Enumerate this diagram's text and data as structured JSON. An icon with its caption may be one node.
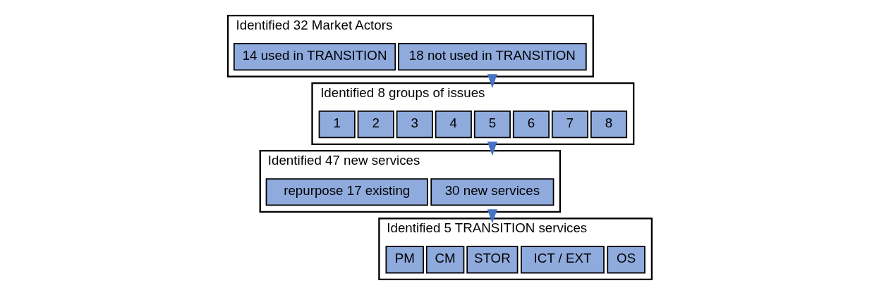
{
  "diagram": {
    "nodes": [
      {
        "text": [
          "Identified 32 Market Actors"
        ]
      },
      {
        "text": [
          "14 used in TRANSITION"
        ],
        "in": 0
      },
      {
        "text": [
          "18 not used in TRANSITION"
        ],
        "in": 0
      },
      {
        "text": [
          "Identified 8 groups of issues"
        ]
      },
      {
        "text": [
          "1"
        ],
        "in": 3
      },
      {
        "text": [
          "2"
        ],
        "in": 3
      },
      {
        "text": [
          "3"
        ],
        "in": 3
      },
      {
        "text": [
          "4"
        ],
        "in": 3
      },
      {
        "text": [
          "5"
        ],
        "in": 3
      },
      {
        "text": [
          "6"
        ],
        "in": 3
      },
      {
        "text": [
          "7"
        ],
        "in": 3
      },
      {
        "text": [
          "8"
        ],
        "in": 3
      },
      {
        "text": [
          "Identified 47 new services"
        ]
      },
      {
        "text": [
          "repurpose 17 existing"
        ],
        "in": 12
      },
      {
        "text": [
          "30 new services"
        ],
        "in": 12
      },
      {
        "text": [
          "Identified 5 TRANSITION services"
        ]
      },
      {
        "text": [
          "PM"
        ],
        "in": 15
      },
      {
        "text": [
          "CM"
        ],
        "in": 15
      },
      {
        "text": [
          "STOR"
        ],
        "in": 15
      },
      {
        "text": [
          "ICT / EXT"
        ],
        "in": 15
      },
      {
        "text": [
          "OS"
        ],
        "in": 15
      }
    ],
    "edges": [
      {
        "from": 0,
        "to": 3,
        "arrow": "to"
      },
      {
        "from": 3,
        "to": 12,
        "arrow": "to"
      },
      {
        "from": 12,
        "to": 15,
        "arrow": "to"
      }
    ]
  }
}
